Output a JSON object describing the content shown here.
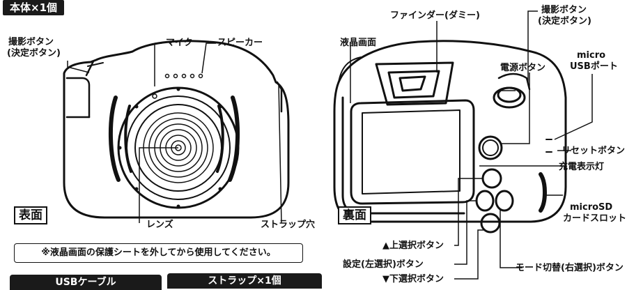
{
  "title": "本体×1個",
  "front": {
    "labels": {
      "shutter": [
        "撮影ボタン",
        "(決定ボタン)"
      ],
      "mic": "マイク",
      "speaker": "スピーカー",
      "lens": "レンズ",
      "strap_hole": "ストラップ穴"
    },
    "side_label": "表面"
  },
  "back": {
    "labels": {
      "lcd": "液晶画面",
      "finder": "ファインダー(ダミー)",
      "shutter": [
        "撮影ボタン",
        "(決定ボタン)"
      ],
      "power": "電源ボタン",
      "micro_usb": [
        "micro",
        "USBポート"
      ],
      "reset": "リセットボタン",
      "charge_lamp": "充電表示灯",
      "microsd": [
        "microSD",
        "カードスロット"
      ],
      "up": "▲上選択ボタン",
      "settings": "設定(左選択)ボタン",
      "down": "▼下選択ボタン",
      "mode": "モード切替(右選択)ボタン"
    },
    "side_label": "裏面"
  },
  "notice": "※液晶画面の保護シートを外してから使用してください。",
  "bottom_tabs": [
    "USBケーブル",
    "ストラップ×1個"
  ]
}
